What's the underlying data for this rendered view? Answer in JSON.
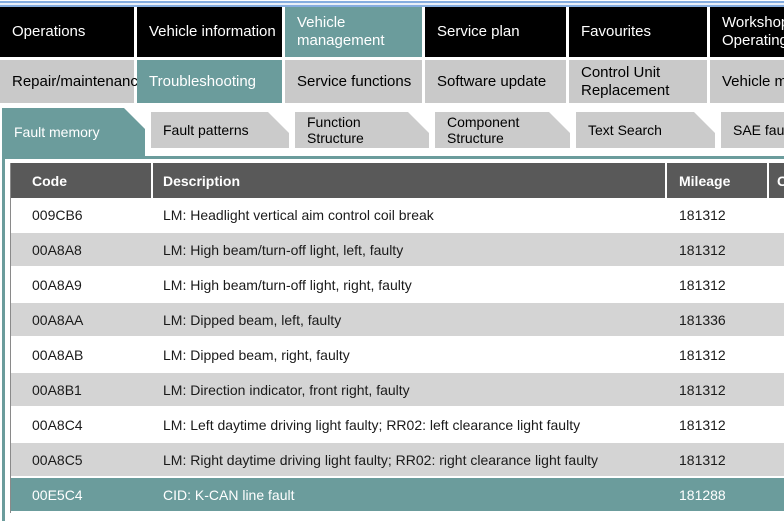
{
  "colors": {
    "accent_teal": "#6B9C9C",
    "menu_black": "#000000",
    "menu_gray": "#C9C9C9",
    "inactive_tab_gray": "#CBCBCB",
    "table_header_gray": "#595959",
    "row_alt_gray": "#D4D4D4",
    "top_border_blue": "#85ADE0"
  },
  "menu_top": {
    "items": [
      {
        "label": "Operations"
      },
      {
        "label": "Vehicle information"
      },
      {
        "label": "Vehicle management",
        "active": true
      },
      {
        "label": "Service plan"
      },
      {
        "label": "Favourites"
      },
      {
        "label": "Workshop Operating"
      }
    ]
  },
  "menu_sub": {
    "items": [
      {
        "label": "Repair/maintenance"
      },
      {
        "label": "Troubleshooting",
        "active": true
      },
      {
        "label": "Service functions"
      },
      {
        "label": "Software update"
      },
      {
        "label": "Control Unit Replacement"
      },
      {
        "label": "Vehicle m"
      }
    ]
  },
  "tabs": {
    "items": [
      {
        "label": "Fault memory",
        "active": true
      },
      {
        "label": "Fault patterns"
      },
      {
        "label": "Function Structure"
      },
      {
        "label": "Component Structure"
      },
      {
        "label": "Text Search"
      },
      {
        "label": "SAE fault input"
      }
    ]
  },
  "table": {
    "headers": {
      "code": "Code",
      "description": "Description",
      "mileage": "Mileage",
      "last": "C"
    },
    "rows": [
      {
        "code": "009CB6",
        "description": "LM: Headlight vertical aim control coil break",
        "mileage": "181312"
      },
      {
        "code": "00A8A8",
        "description": "LM: High beam/turn-off light, left, faulty",
        "mileage": "181312"
      },
      {
        "code": "00A8A9",
        "description": "LM: High beam/turn-off light, right, faulty",
        "mileage": "181312"
      },
      {
        "code": "00A8AA",
        "description": "LM: Dipped beam, left, faulty",
        "mileage": "181336"
      },
      {
        "code": "00A8AB",
        "description": "LM: Dipped beam, right, faulty",
        "mileage": "181312"
      },
      {
        "code": "00A8B1",
        "description": "LM: Direction indicator, front right, faulty",
        "mileage": "181312"
      },
      {
        "code": "00A8C4",
        "description": "LM: Left daytime driving light faulty; RR02: left clearance light faulty",
        "mileage": "181312"
      },
      {
        "code": "00A8C5",
        "description": "LM: Right daytime driving light faulty; RR02: right clearance light faulty",
        "mileage": "181312"
      },
      {
        "code": "00E5C4",
        "description": "CID: K-CAN line fault",
        "mileage": "181288",
        "selected": true
      }
    ]
  }
}
